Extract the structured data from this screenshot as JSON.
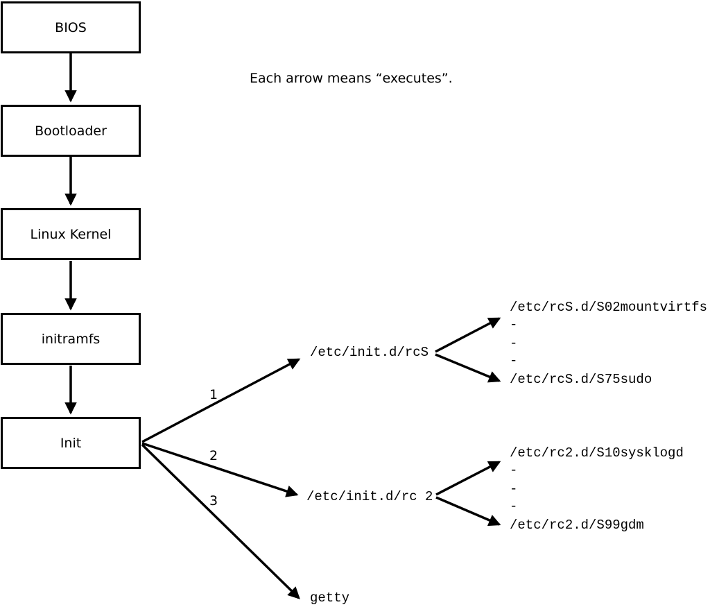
{
  "note": "Each arrow means “executes”.",
  "chain": {
    "boxes": [
      {
        "label": "BIOS"
      },
      {
        "label": "Bootloader"
      },
      {
        "label": "Linux Kernel"
      },
      {
        "label": "initramfs"
      },
      {
        "label": "Init"
      }
    ]
  },
  "fanout": [
    {
      "number": "1",
      "target": "/etc/init.d/rcS"
    },
    {
      "number": "2",
      "target": "/etc/init.d/rc 2"
    },
    {
      "number": "3",
      "target": "getty"
    }
  ],
  "script_lists": {
    "rcS": {
      "first": "/etc/rcS.d/S02mountvirtfs",
      "ellipsis": [
        "-",
        "-",
        "-"
      ],
      "last": "/etc/rcS.d/S75sudo"
    },
    "rc2": {
      "first": "/etc/rc2.d/S10sysklogd",
      "ellipsis": [
        "-",
        "-",
        "-"
      ],
      "last": "/etc/rc2.d/S99gdm"
    }
  },
  "colors": {
    "ink": "#000000",
    "background": "#ffffff",
    "box_fill": "#ffffff"
  }
}
